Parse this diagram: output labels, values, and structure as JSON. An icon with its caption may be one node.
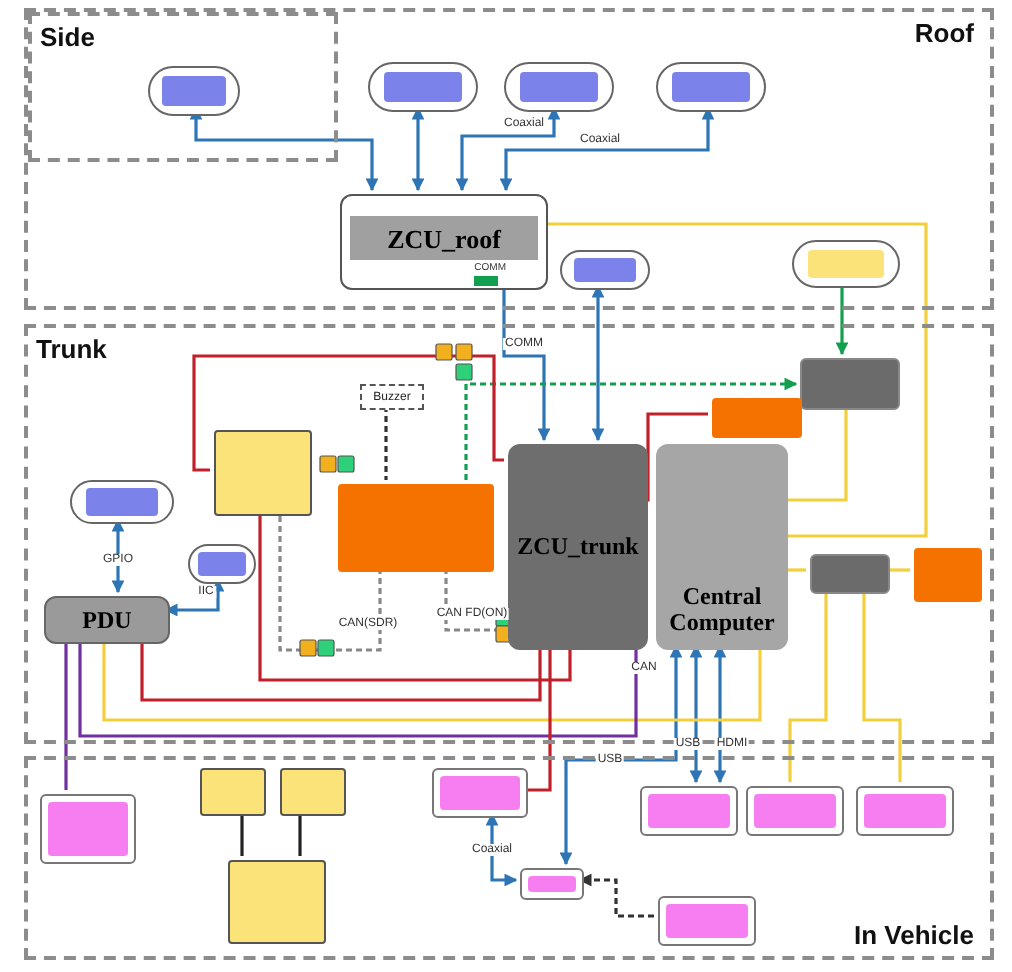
{
  "diagram": {
    "nodes": [
      {
        "text": [
          "Roof"
        ]
      },
      {
        "text": [
          "Side"
        ],
        "in": 0
      },
      {
        "text": [],
        "shape": "box",
        "in": 1
      },
      {
        "text": [],
        "shape": "box",
        "in": 0
      },
      {
        "text": [],
        "shape": "box",
        "in": 0
      },
      {
        "text": [],
        "shape": "box",
        "in": 0
      },
      {
        "text": [
          "ZCU_roof",
          "COMM"
        ],
        "in": 0
      },
      {
        "text": [],
        "shape": "box",
        "in": 0
      },
      {
        "text": [],
        "shape": "box",
        "in": 0
      },
      {
        "text": [
          "Trunk"
        ]
      },
      {
        "text": [],
        "shape": "box",
        "in": 9
      },
      {
        "text": [],
        "shape": "box",
        "in": 9
      },
      {
        "text": [
          "Buzzer"
        ],
        "in": 9
      },
      {
        "text": [],
        "shape": "box",
        "in": 9
      },
      {
        "text": [],
        "shape": "box",
        "in": 9
      },
      {
        "text": [],
        "shape": "box",
        "in": 9
      },
      {
        "text": [
          "ZCU_trunk"
        ],
        "in": 9
      },
      {
        "text": [
          "Central Computer"
        ],
        "in": 9
      },
      {
        "text": [],
        "shape": "box",
        "in": 9
      },
      {
        "text": [
          "PDU"
        ],
        "in": 9
      },
      {
        "text": [],
        "shape": "box",
        "in": 9
      },
      {
        "text": [],
        "shape": "box",
        "in": 9
      },
      {
        "text": [
          "In Vehicle"
        ]
      },
      {
        "text": [],
        "shape": "box",
        "in": 22
      },
      {
        "text": [],
        "shape": "box",
        "in": 22
      },
      {
        "text": [],
        "shape": "box",
        "in": 22
      },
      {
        "text": [],
        "shape": "box",
        "in": 22
      },
      {
        "text": [],
        "shape": "box",
        "in": 22
      },
      {
        "text": [],
        "shape": "box",
        "in": 22
      },
      {
        "text": [],
        "shape": "box",
        "in": 22
      },
      {
        "text": [],
        "shape": "box",
        "in": 22
      },
      {
        "text": [],
        "shape": "box",
        "in": 22
      },
      {
        "text": [],
        "shape": "box",
        "in": 22
      }
    ],
    "edges": [
      {
        "from": 6,
        "to": 2,
        "arrow": "both"
      },
      {
        "from": 6,
        "to": 3,
        "arrow": "both"
      },
      {
        "from": 6,
        "to": 4,
        "arrow": "both",
        "label": "Coaxial"
      },
      {
        "from": 6,
        "to": 5,
        "arrow": "both",
        "label": "Coaxial"
      },
      {
        "from": 6,
        "to": 16,
        "arrow": "to",
        "label": "COMM"
      },
      {
        "from": 7,
        "to": 16,
        "arrow": "both"
      },
      {
        "from": 8,
        "to": 13,
        "arrow": "to",
        "color": "#12a050"
      },
      {
        "from": 6,
        "to": 17,
        "arrow": "none",
        "color": "#f2cf3c"
      },
      {
        "from": 13,
        "to": 17,
        "arrow": "none",
        "color": "#f2cf3c"
      },
      {
        "from": 17,
        "to": 20,
        "arrow": "none",
        "color": "#f2cf3c"
      },
      {
        "from": 20,
        "to": 21,
        "arrow": "none",
        "color": "#f2cf3c"
      },
      {
        "from": 20,
        "to": 28,
        "arrow": "none",
        "color": "#f2cf3c"
      },
      {
        "from": 20,
        "to": 29,
        "arrow": "none",
        "color": "#f2cf3c"
      },
      {
        "from": 17,
        "to": 27,
        "arrow": "both",
        "label": "USB"
      },
      {
        "from": 17,
        "to": 27,
        "arrow": "both",
        "label": "HDMI"
      },
      {
        "from": 17,
        "to": 31,
        "arrow": "both",
        "label": "USB"
      },
      {
        "from": 15,
        "to": 13,
        "arrow": "to",
        "style": "dashed",
        "color": "#12a050"
      },
      {
        "from": 14,
        "to": 16,
        "arrow": "none",
        "color": "#c0202a"
      },
      {
        "from": 11,
        "to": 16,
        "arrow": "none",
        "color": "#c0202a"
      },
      {
        "from": 11,
        "to": 16,
        "arrow": "none",
        "color": "#c0202a"
      },
      {
        "from": 19,
        "to": 16,
        "arrow": "none",
        "color": "#c0202a"
      },
      {
        "from": 19,
        "to": 17,
        "arrow": "none",
        "color": "#f2cf3c"
      },
      {
        "from": 19,
        "to": 16,
        "arrow": "none",
        "color": "#7030a0",
        "label": "CAN"
      },
      {
        "from": 19,
        "to": 23,
        "arrow": "none",
        "color": "#7030a0"
      },
      {
        "from": 10,
        "to": 19,
        "arrow": "both",
        "label": "GPIO"
      },
      {
        "from": 19,
        "to": 18,
        "arrow": "both",
        "label": "IIC"
      },
      {
        "from": 12,
        "to": 15,
        "arrow": "none",
        "style": "dashed",
        "color": "#333333"
      },
      {
        "from": 15,
        "to": 16,
        "arrow": "none",
        "style": "dashed",
        "color": "#888888",
        "label": "CAN FD(ON)"
      },
      {
        "from": 15,
        "to": 11,
        "arrow": "none",
        "style": "dashed",
        "color": "#888888",
        "label": "CAN(SDR)"
      },
      {
        "from": 16,
        "to": 26,
        "arrow": "none",
        "color": "#c0202a"
      },
      {
        "from": 26,
        "to": 31,
        "arrow": "both",
        "label": "Coaxial"
      },
      {
        "from": 32,
        "to": 31,
        "arrow": "to",
        "style": "dashed",
        "color": "#333333"
      },
      {
        "from": 24,
        "to": 30,
        "arrow": "none",
        "color": "#222222"
      },
      {
        "from": 25,
        "to": 30,
        "arrow": "none",
        "color": "#222222"
      }
    ]
  }
}
